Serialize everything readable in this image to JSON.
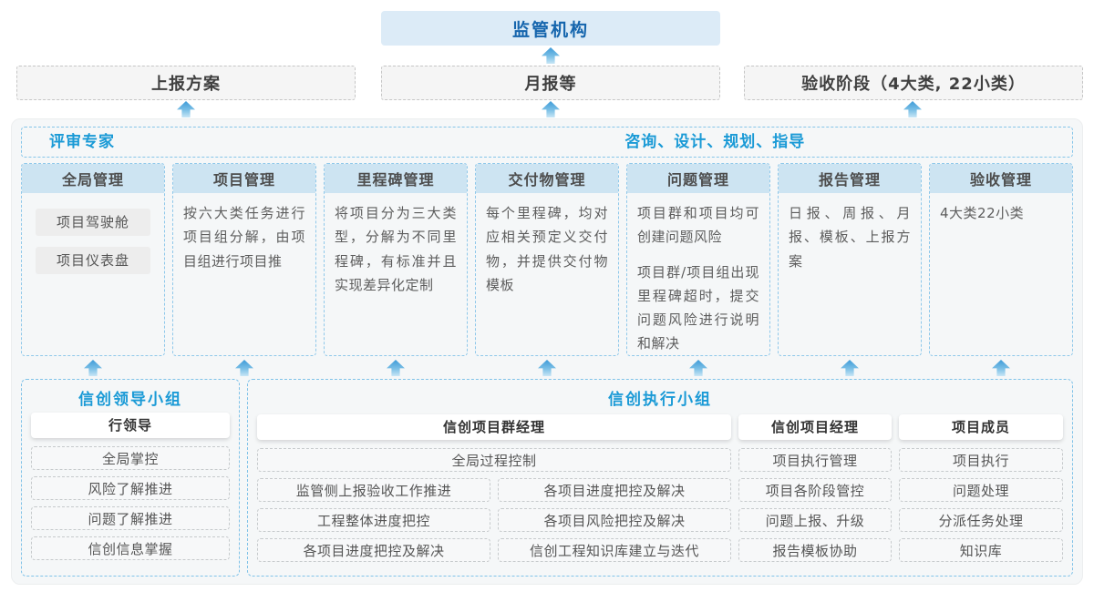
{
  "top": {
    "regulator": "监管机构",
    "boxes": [
      "上报方案",
      "月报等",
      "验收阶段（4大类, 22小类）"
    ]
  },
  "banner": {
    "left": "评审专家",
    "right": "咨询、设计、规划、指导"
  },
  "columns": [
    {
      "title": "全局管理",
      "items": [
        "项目驾驶舱",
        "项目仪表盘"
      ]
    },
    {
      "title": "项目管理",
      "text": "按六大类任务进行项目组分解，由项目组进行项目推"
    },
    {
      "title": "里程碑管理",
      "text": "将项目分为三大类型，分解为不同里程碑，有标准并且实现差异化定制"
    },
    {
      "title": "交付物管理",
      "text": "每个里程碑，均对应相关预定义交付物，并提供交付物模板"
    },
    {
      "title": "问题管理",
      "paragraphs": [
        "项目群和项目均可创建问题风险",
        "项目群/项目组出现里程碑超时，提交问题风险进行说明和解决"
      ]
    },
    {
      "title": "报告管理",
      "text": "日报、周报、月报、模板、上报方案"
    },
    {
      "title": "验收管理",
      "text": "4大类22小类"
    }
  ],
  "leader_group": {
    "title": "信创领导小组",
    "role": "行领导",
    "items": [
      "全局掌控",
      "风险了解推进",
      "问题了解推进",
      "信创信息掌握"
    ]
  },
  "exec_group": {
    "title": "信创执行小组",
    "pg_manager": {
      "role": "信创项目群经理",
      "full_item": "全局过程控制",
      "left_items": [
        "监管侧上报验收工作推进",
        "工程整体进度把控",
        "各项目进度把控及解决"
      ],
      "right_items": [
        "各项目进度把控及解决",
        "各项目风险把控及解决",
        "信创工程知识库建立与迭代"
      ]
    },
    "p_manager": {
      "role": "信创项目经理",
      "items": [
        "项目执行管理",
        "项目各阶段管控",
        "问题上报、升级",
        "报告模板协助"
      ]
    },
    "member": {
      "role": "项目成员",
      "items": [
        "项目执行",
        "问题处理",
        "分派任务处理",
        "知识库"
      ]
    }
  },
  "colors": {
    "accent_blue": "#1a9ad6",
    "dark_blue": "#1565ad",
    "column_header_bg": "#cde4f2",
    "regulator_bg": "#dcebf7",
    "arrow_blue": "#3e9bd8"
  }
}
